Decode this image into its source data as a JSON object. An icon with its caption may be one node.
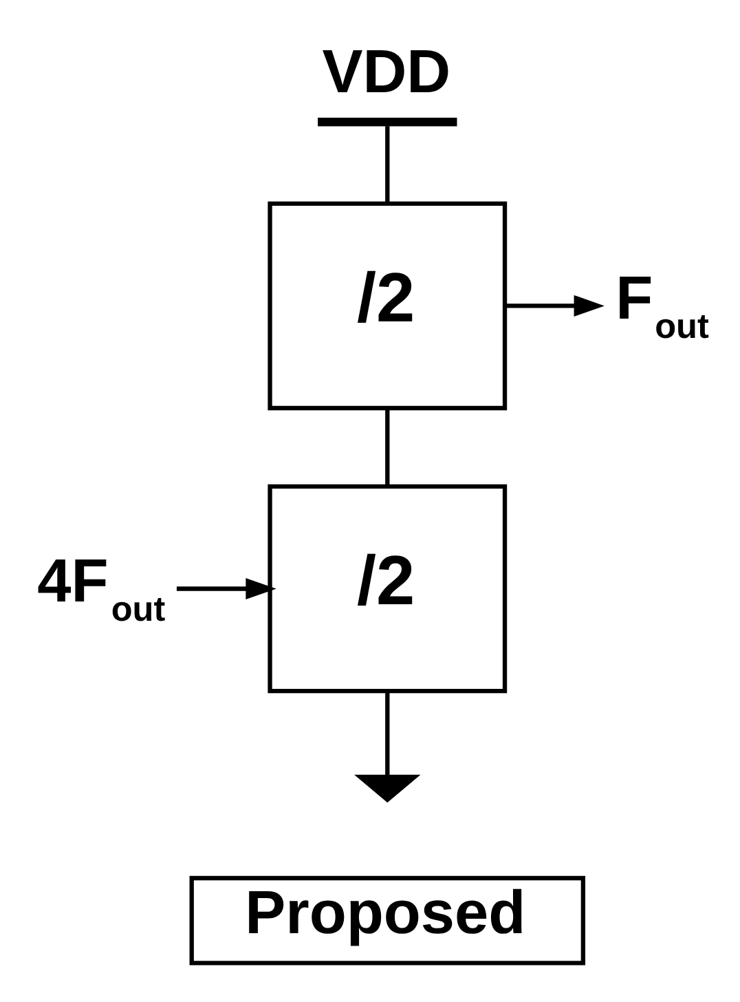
{
  "diagram": {
    "nodes": [
      {
        "text": [
          "VDD"
        ]
      },
      {
        "text": [
          "F$_{out}$"
        ]
      },
      {
        "text": [
          "/2"
        ]
      },
      {
        "text": [
          "4F$_{out}$"
        ]
      },
      {
        "text": [
          "/2"
        ]
      },
      {
        "text": [],
        "shape": "ground"
      },
      {
        "text": [
          "Proposed"
        ]
      }
    ],
    "edges": [
      {
        "from": 0,
        "to": 2,
        "arrow": "none"
      },
      {
        "from": 2,
        "to": 1,
        "arrow": "to"
      },
      {
        "from": 2,
        "to": 4,
        "arrow": "none"
      },
      {
        "from": 3,
        "to": 4,
        "arrow": "to"
      },
      {
        "from": 4,
        "to": 5,
        "arrow": "none"
      }
    ]
  }
}
